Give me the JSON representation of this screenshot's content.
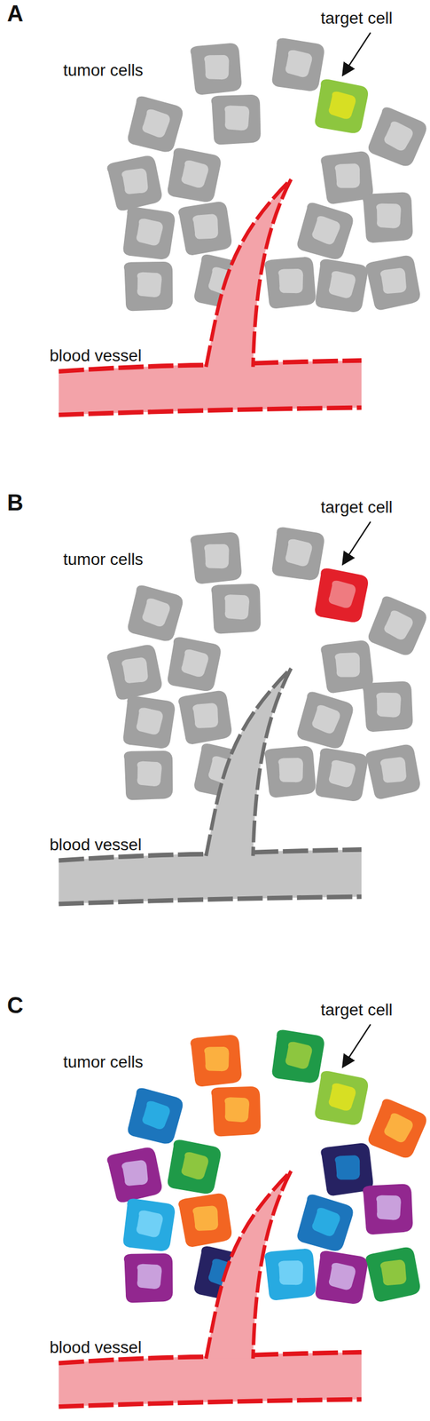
{
  "diagram": {
    "labels": [
      "A",
      "target cell",
      "tumor cells",
      "blood vessel",
      "B",
      "target cell",
      "tumor cells",
      "blood vessel",
      "C",
      "target cell",
      "tumor cells",
      "blood vessel"
    ]
  }
}
